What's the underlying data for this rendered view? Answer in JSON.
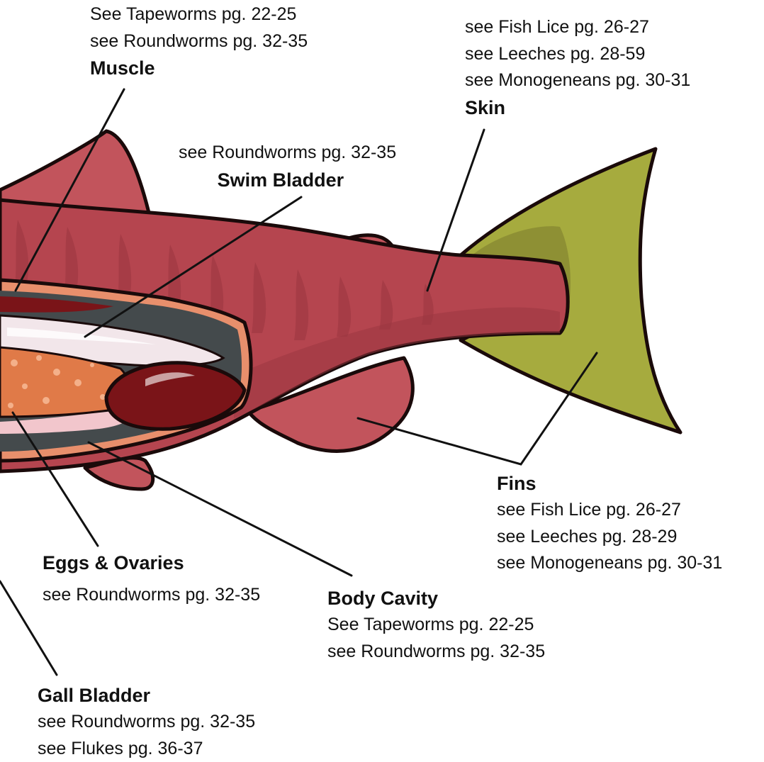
{
  "labels": {
    "muscle": {
      "title": "Muscle",
      "refs": [
        "See Tapeworms pg. 22-25",
        "see Roundworms pg. 32-35"
      ]
    },
    "skin": {
      "title": "Skin",
      "refs": [
        "see Fish Lice pg. 26-27",
        "see Leeches pg. 28-59",
        "see Monogeneans pg. 30-31"
      ]
    },
    "swim_bladder": {
      "title": "Swim Bladder",
      "refs": [
        "see Roundworms pg. 32-35"
      ]
    },
    "fins": {
      "title": "Fins",
      "refs": [
        "see Fish Lice pg. 26-27",
        "see Leeches pg. 28-29",
        "see Monogeneans pg. 30-31"
      ]
    },
    "eggs_ovaries": {
      "title": "Eggs & Ovaries",
      "refs": [
        "see Roundworms pg. 32-35"
      ]
    },
    "body_cavity": {
      "title": "Body Cavity",
      "refs": [
        "See Tapeworms pg. 22-25",
        "see Roundworms pg. 32-35"
      ]
    },
    "gall_bladder": {
      "title": "Gall Bladder",
      "refs": [
        "see Roundworms pg. 32-35",
        "see Flukes pg. 36-37"
      ]
    }
  },
  "colors": {
    "body": "#b5454f",
    "body_dark": "#9a3640",
    "fin": "#c2545c",
    "tail": "#a6ab3e",
    "tail_dark": "#7a7a2c",
    "cavity": "#444a4c",
    "bladder": "#f2e6ea",
    "eggs": "#e07a48",
    "gall": "#7a1418",
    "outline": "#1a0a0a"
  }
}
